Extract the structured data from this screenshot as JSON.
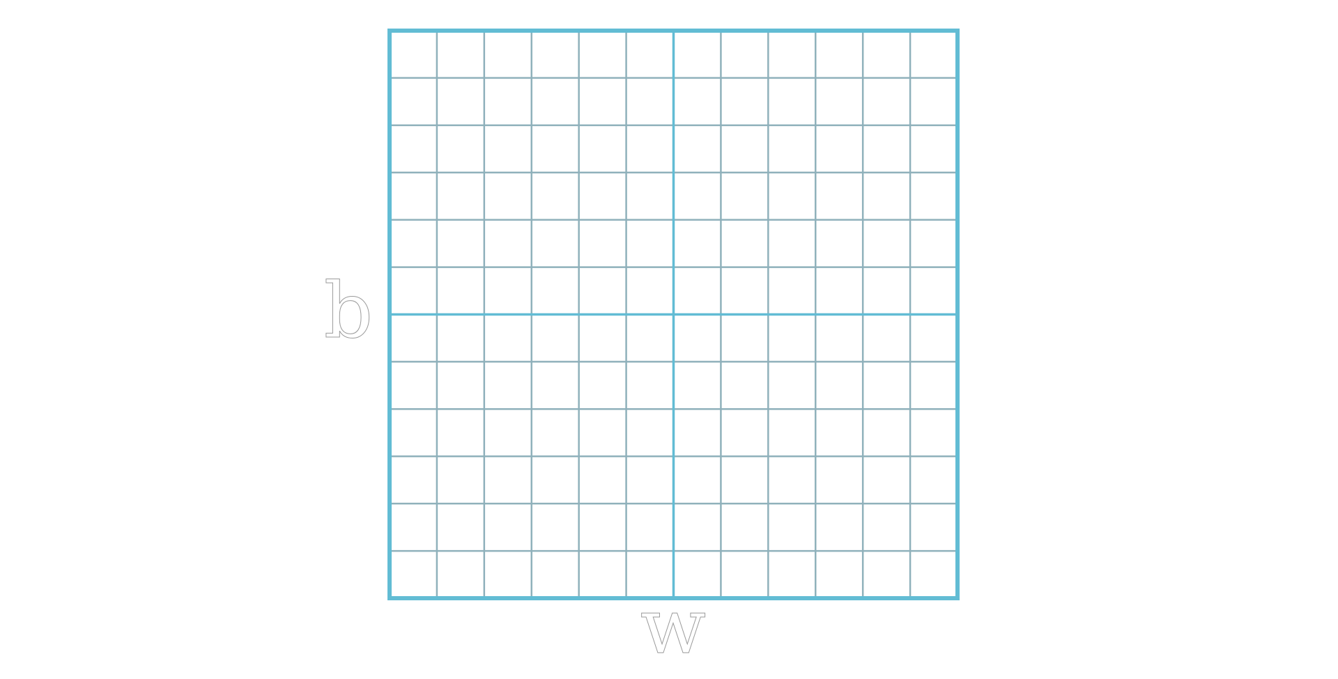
{
  "diagram": {
    "grid_rows": 12,
    "grid_columns": 12,
    "vertical_label": "b",
    "horizontal_label": "w",
    "colors": {
      "background": "#ffffff",
      "grid_line": "#8fb1bb",
      "border_and_center": "#62bcd4",
      "label_outline": "#9a9a9a"
    }
  }
}
